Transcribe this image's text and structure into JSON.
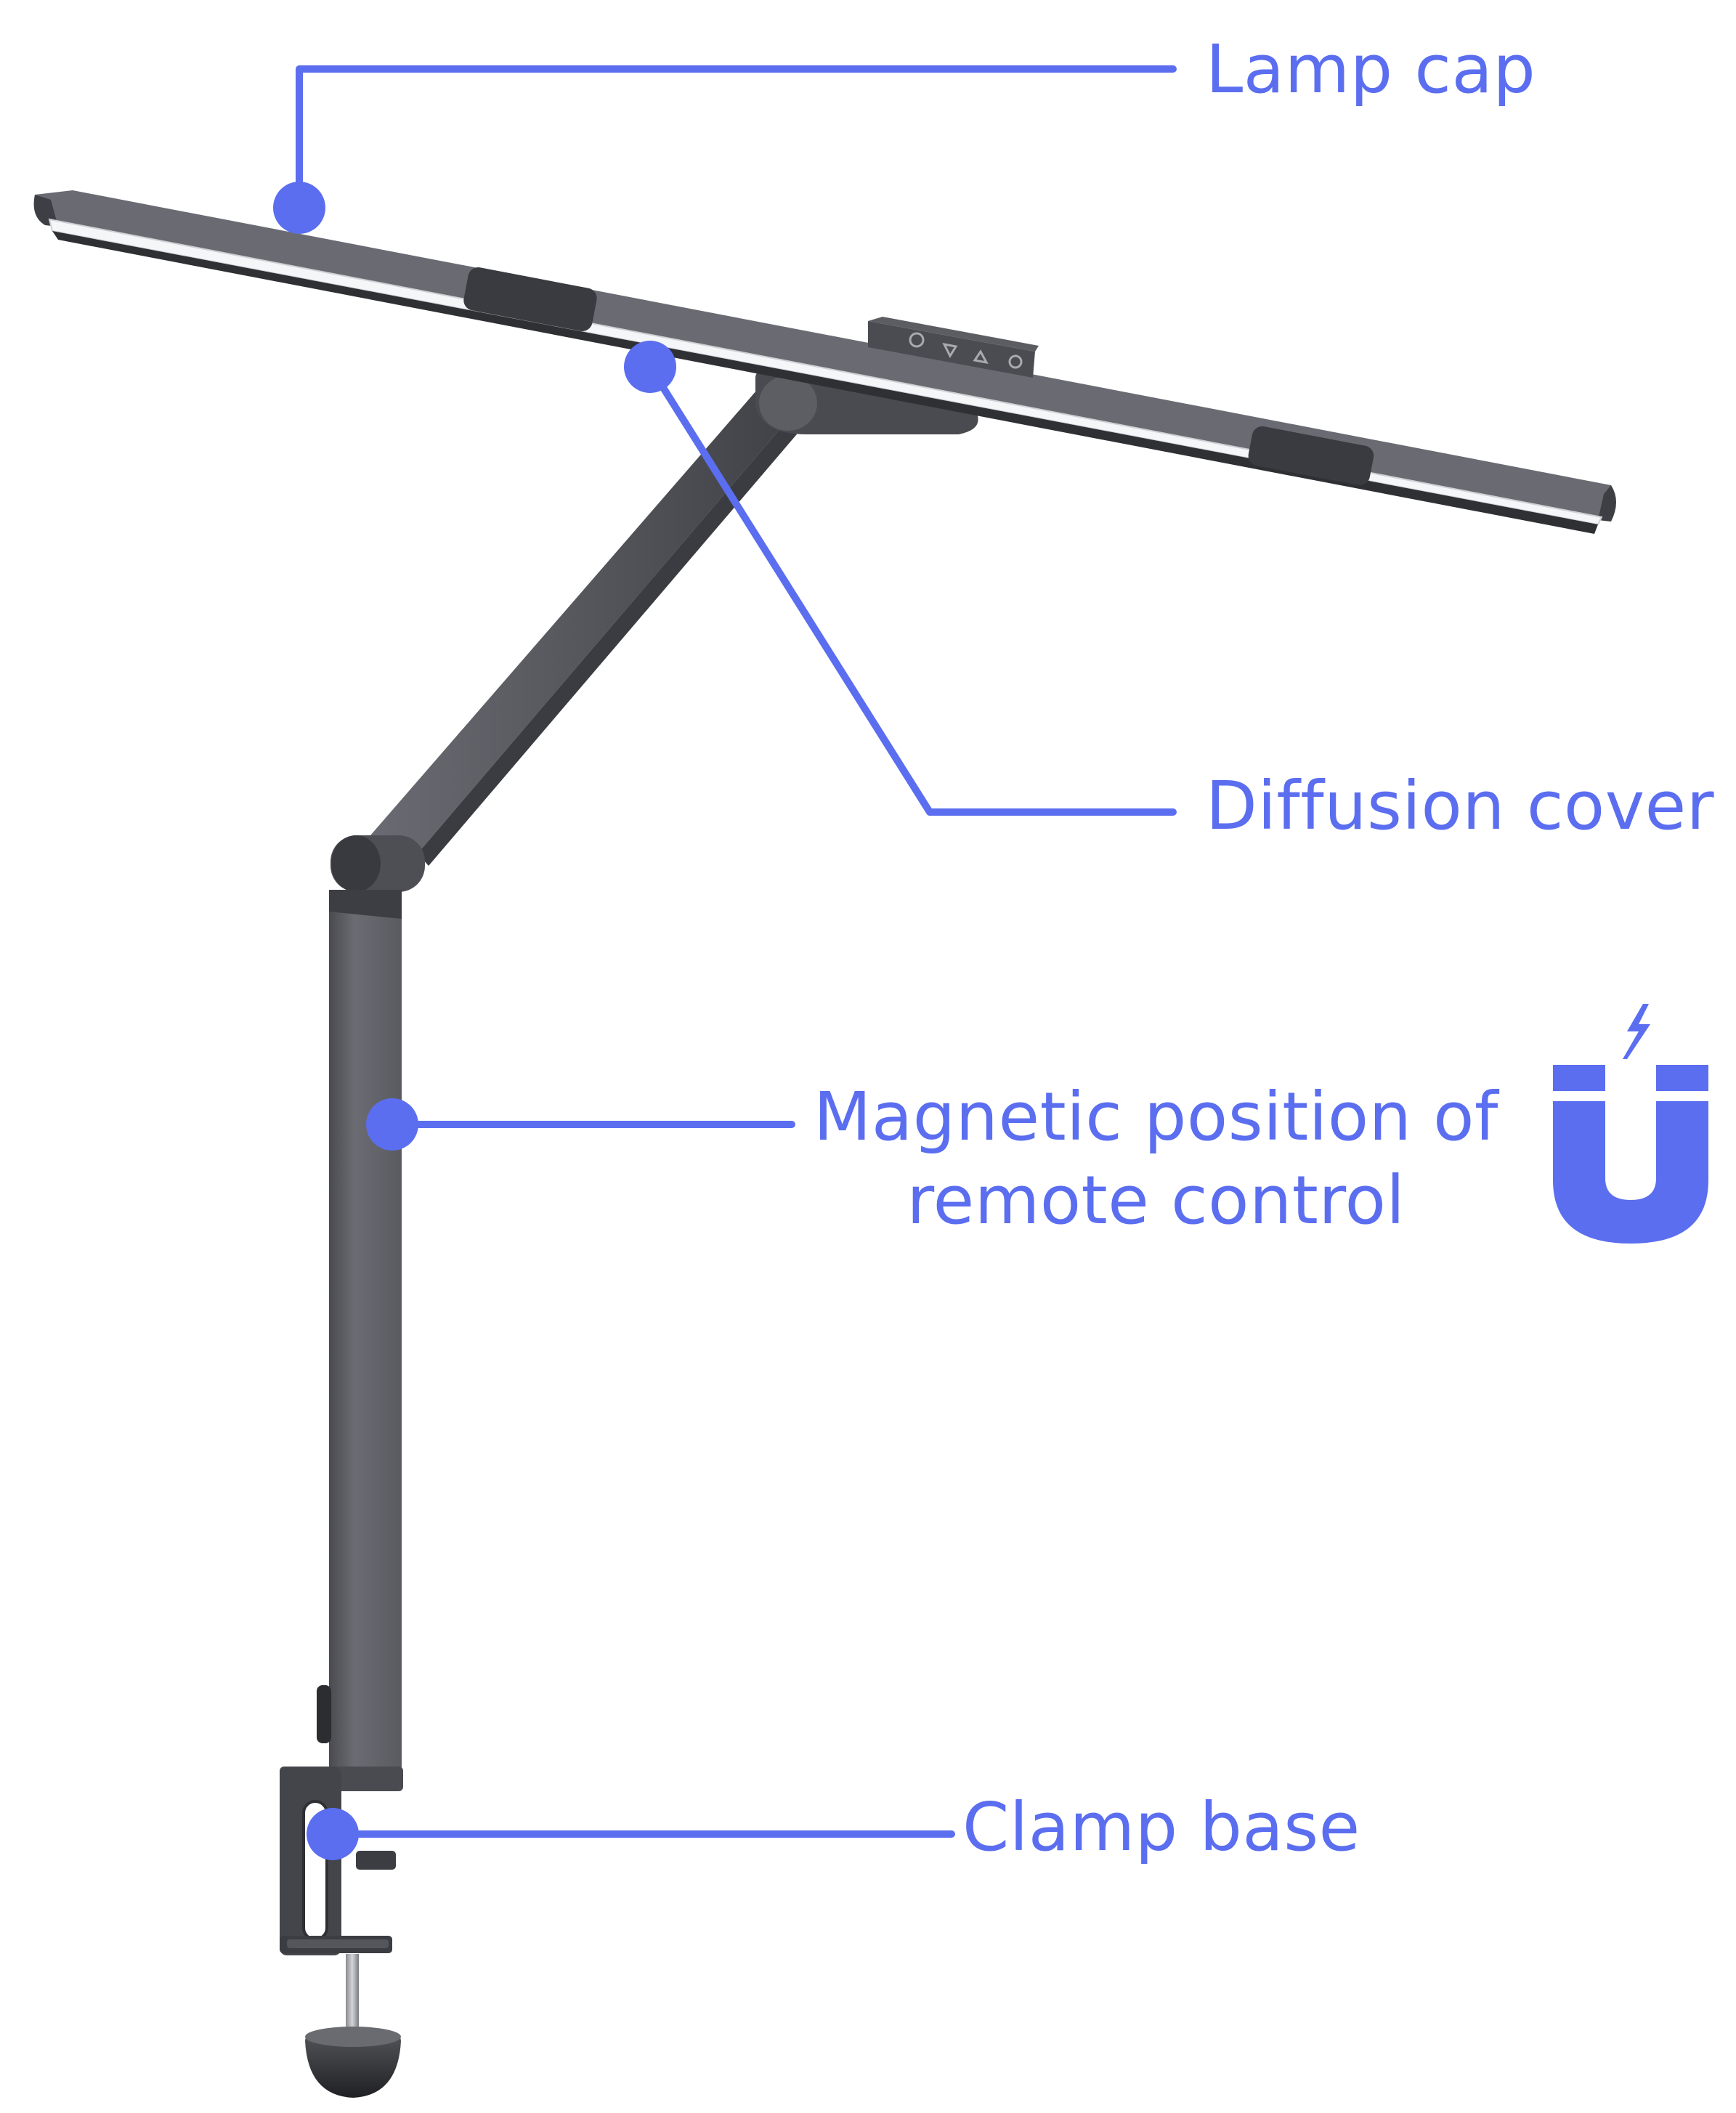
{
  "callouts": {
    "lamp_cap": "Lamp cap",
    "diffusion_cover": "Diffusion cover",
    "magnetic_line1": "Magnetic position of",
    "magnetic_line2": "remote control",
    "clamp_base": "Clamp base"
  },
  "icons": {
    "magnet": "magnet-icon",
    "lightning": "lightning-icon"
  },
  "colors": {
    "accent": "#5b6ef0",
    "lamp_body": "#55565c",
    "lamp_dark": "#3a3b40",
    "diffuser": "#f5f6f8"
  }
}
